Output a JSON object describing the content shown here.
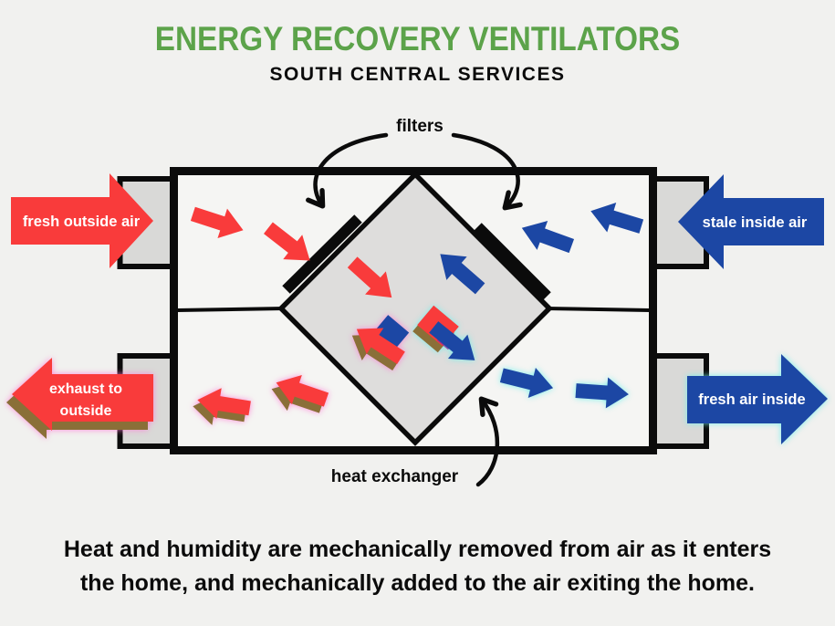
{
  "colors": {
    "bg": "#f1f1ef",
    "ink": "#0b0b0b",
    "green": "#5ca34a",
    "red": "#f93b3b",
    "blue": "#1c47a4",
    "olive": "#8a6f38",
    "purple": "#8b2fa0",
    "boxfill": "#f5f5f3",
    "ductfill": "#d9d9d7",
    "diamondfill": "#dedddc"
  },
  "header": {
    "title": "ENERGY RECOVERY VENTILATORS",
    "subtitle": "SOUTH CENTRAL SERVICES"
  },
  "diagram": {
    "filters_label": "filters",
    "heat_exchanger_label": "heat exchanger",
    "fresh_outside_label": "fresh outside air",
    "stale_inside_label": "stale inside air",
    "exhaust_label_line1": "exhaust to",
    "exhaust_label_line2": "outside",
    "fresh_inside_label": "fresh air inside"
  },
  "caption": {
    "line1": "Heat and humidity are mechanically removed from air as it enters",
    "line2": "the home, and mechanically added to the air exiting the home."
  }
}
